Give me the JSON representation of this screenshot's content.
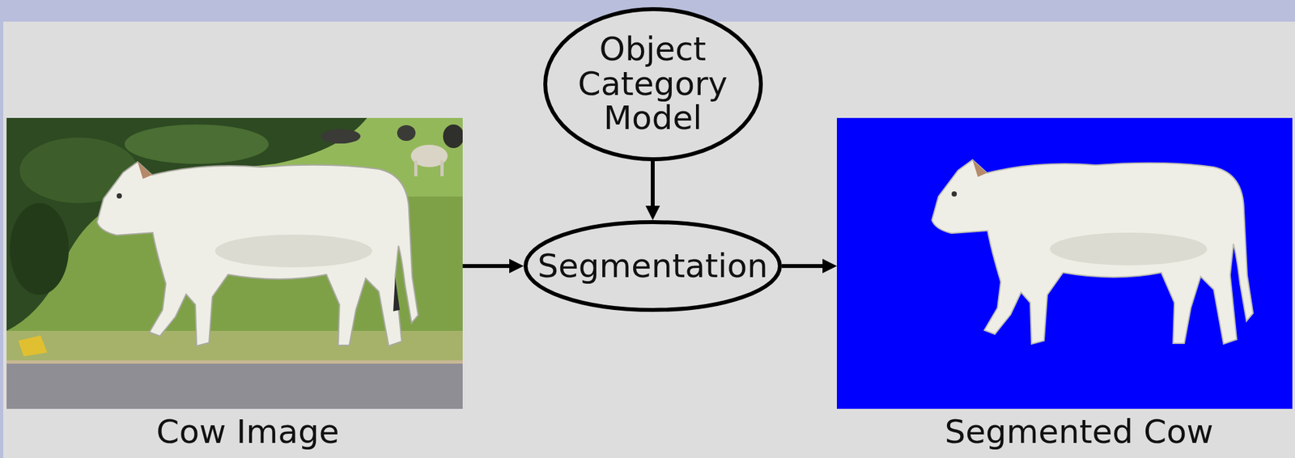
{
  "diagram": {
    "nodes": [
      {
        "text": [
          "Object Category Model"
        ]
      },
      {
        "text": [
          "Cow Image"
        ]
      },
      {
        "text": [
          "Segmentation"
        ]
      },
      {
        "text": [
          "Segmented Cow"
        ]
      }
    ],
    "edges": [
      {
        "from": 1,
        "to": 2,
        "arrow": "to"
      },
      {
        "from": 0,
        "to": 2,
        "arrow": "to"
      },
      {
        "from": 2,
        "to": 3,
        "arrow": "to"
      }
    ]
  }
}
